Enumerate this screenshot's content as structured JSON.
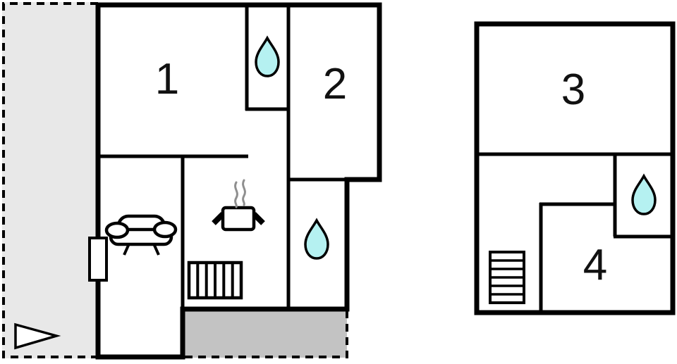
{
  "page": {
    "title": "Holiday home floor plan",
    "floors": [
      "ground-floor",
      "upper-floor"
    ]
  },
  "colors": {
    "wall": "#000000",
    "garden_fill": "#e8e8e8",
    "terrace_fill": "#c3c3c3",
    "water_drop_fill": "#b5f1f1",
    "steam_gray": "#8f8f8f",
    "room_fill": "#ffffff"
  },
  "plan": {
    "ground_floor": {
      "room1_label": "1",
      "room2_label": "2",
      "areas": [
        {
          "id": "room-1",
          "label": "1",
          "type": "bedroom"
        },
        {
          "id": "room-2",
          "label": "2",
          "type": "bedroom"
        },
        {
          "id": "bathroom-upper",
          "icon": "water-drop"
        },
        {
          "id": "bathroom-lower",
          "icon": "water-drop"
        },
        {
          "id": "living-area",
          "icon": "sofa"
        },
        {
          "id": "kitchen",
          "icons": [
            "cooking-pot",
            "radiator"
          ]
        },
        {
          "id": "garden",
          "style": "light-gray dashed outline"
        },
        {
          "id": "terrace",
          "style": "dark-gray dashed outline"
        },
        {
          "id": "entrance",
          "icons": [
            "door",
            "entrance-arrow"
          ]
        }
      ]
    },
    "upper_floor": {
      "room3_label": "3",
      "room4_label": "4",
      "areas": [
        {
          "id": "room-3",
          "label": "3",
          "type": "bedroom"
        },
        {
          "id": "room-4",
          "label": "4",
          "type": "bedroom"
        },
        {
          "id": "bathroom",
          "icon": "water-drop"
        },
        {
          "id": "staircase",
          "icon": "stairs"
        }
      ]
    }
  },
  "icons": [
    {
      "name": "water-drop-icon",
      "count": 3
    },
    {
      "name": "sofa-icon",
      "count": 1
    },
    {
      "name": "cooking-pot-icon",
      "count": 1
    },
    {
      "name": "radiator-icon",
      "count": 1
    },
    {
      "name": "stairs-icon",
      "count": 1
    },
    {
      "name": "entrance-arrow-icon",
      "count": 1
    },
    {
      "name": "door-icon",
      "count": 1
    }
  ]
}
